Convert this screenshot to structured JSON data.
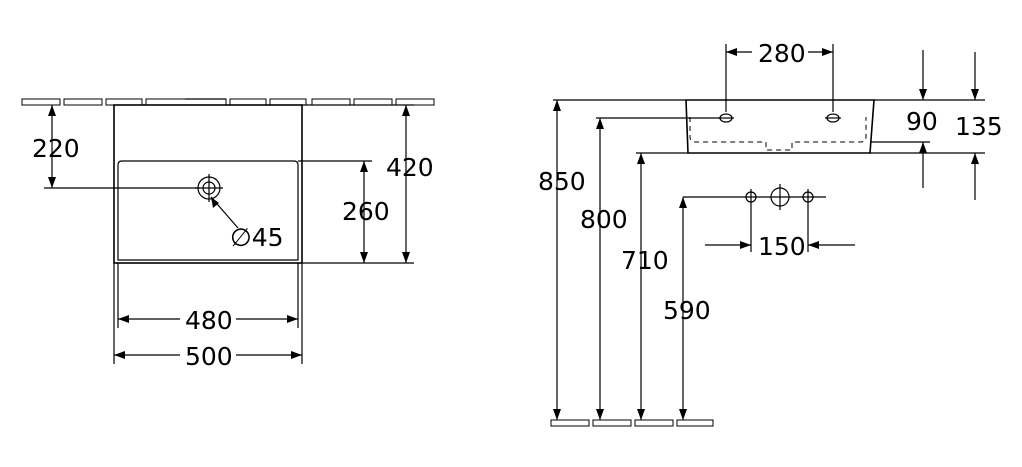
{
  "dimensions": {
    "plan": {
      "tap_offset": "220",
      "height_total": "420",
      "bowl_height": "260",
      "hole_diameter": "∅45",
      "bowl_width": "480",
      "total_width": "500"
    },
    "elevation": {
      "tap_spacing": "280",
      "depth": "90",
      "depth_total": "135",
      "rim_height": "850",
      "tap_height": "800",
      "bottom_height": "710",
      "waste_height": "590",
      "waste_spacing": "150"
    }
  }
}
